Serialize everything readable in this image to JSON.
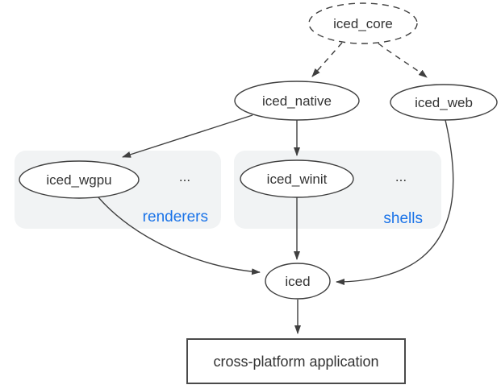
{
  "diagram": {
    "colors": {
      "background": "#ffffff",
      "node_stroke": "#3f3f3f",
      "text": "#333333",
      "group_fill": "#f1f3f4",
      "group_label_blue": "#1a73e8"
    },
    "nodes": {
      "iced_core": {
        "label": "iced_core",
        "shape": "ellipse-dashed"
      },
      "iced_native": {
        "label": "iced_native",
        "shape": "ellipse"
      },
      "iced_web": {
        "label": "iced_web",
        "shape": "ellipse"
      },
      "iced_wgpu": {
        "label": "iced_wgpu",
        "shape": "ellipse"
      },
      "iced_winit": {
        "label": "iced_winit",
        "shape": "ellipse"
      },
      "iced": {
        "label": "iced",
        "shape": "ellipse"
      },
      "app": {
        "label": "cross-platform application",
        "shape": "rectangle"
      }
    },
    "groups": {
      "renderers": {
        "label": "renderers",
        "more": "..."
      },
      "shells": {
        "label": "shells",
        "more": "..."
      }
    },
    "edges": [
      {
        "from": "iced_core",
        "to": "iced_native",
        "style": "dashed"
      },
      {
        "from": "iced_core",
        "to": "iced_web",
        "style": "dashed"
      },
      {
        "from": "iced_native",
        "to": "iced_wgpu",
        "style": "solid"
      },
      {
        "from": "iced_native",
        "to": "iced_winit",
        "style": "solid"
      },
      {
        "from": "iced_winit",
        "to": "iced",
        "style": "solid"
      },
      {
        "from": "iced_wgpu",
        "to": "iced",
        "style": "solid"
      },
      {
        "from": "iced_web",
        "to": "iced",
        "style": "solid"
      },
      {
        "from": "iced",
        "to": "app",
        "style": "solid"
      }
    ]
  }
}
